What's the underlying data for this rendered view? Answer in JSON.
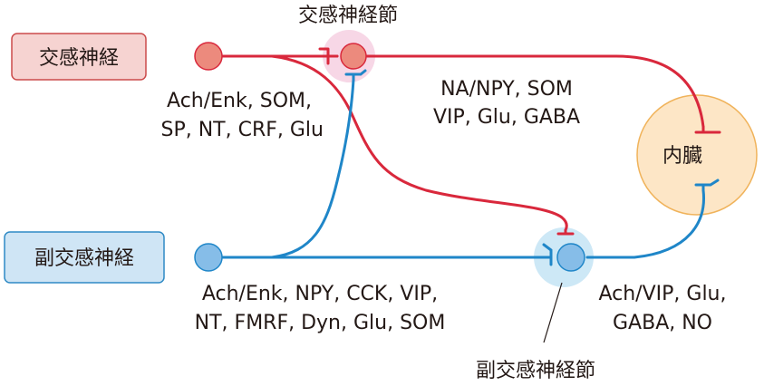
{
  "labels": {
    "sympathetic_nerve": "交感神経",
    "parasympathetic_nerve": "副交感神経",
    "sympathetic_ganglion": "交感神経節",
    "parasympathetic_ganglion": "副交感神経節",
    "viscera": "内臓"
  },
  "transmitters": {
    "sym_pre_line1": "Ach/Enk, SOM,",
    "sym_pre_line2": "SP, NT, CRF, Glu",
    "sym_post_line1": "NA/NPY, SOM",
    "sym_post_line2": "VIP, Glu, GABA",
    "para_pre_line1": "Ach/Enk, NPY, CCK, VIP,",
    "para_pre_line2": "NT, FMRF, Dyn, Glu, SOM",
    "para_post_line1": "Ach/VIP, Glu,",
    "para_post_line2": "GABA, NO"
  },
  "colors": {
    "sympathetic": "#d9283c",
    "parasympathetic": "#1f86c8",
    "sym_box_fill": "#f6d3d1",
    "sym_box_stroke": "#cc4b4b",
    "para_box_fill": "#cfe5f5",
    "para_box_stroke": "#2f8ac5",
    "sym_ganglion_halo": "#f7d7e6",
    "para_ganglion_halo": "#cde8f6",
    "sym_soma": "#ec8a7d",
    "para_soma": "#86bde8",
    "viscera_fill": "#fde6c6",
    "viscera_stroke": "#f0b35b"
  }
}
